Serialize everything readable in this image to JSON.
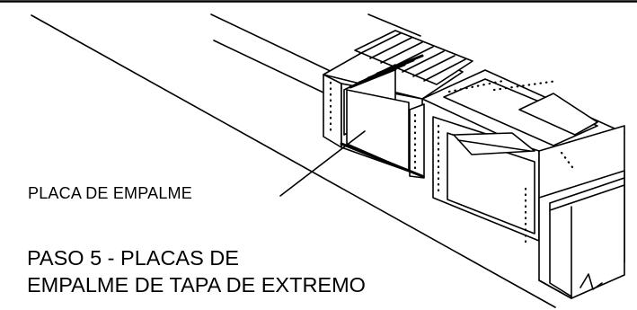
{
  "callout": {
    "label": "PLACA DE EMPALME"
  },
  "step": {
    "line1": "PASO 5 - PLACAS DE",
    "line2": "EMPALME DE TAPA DE EXTREMO"
  }
}
